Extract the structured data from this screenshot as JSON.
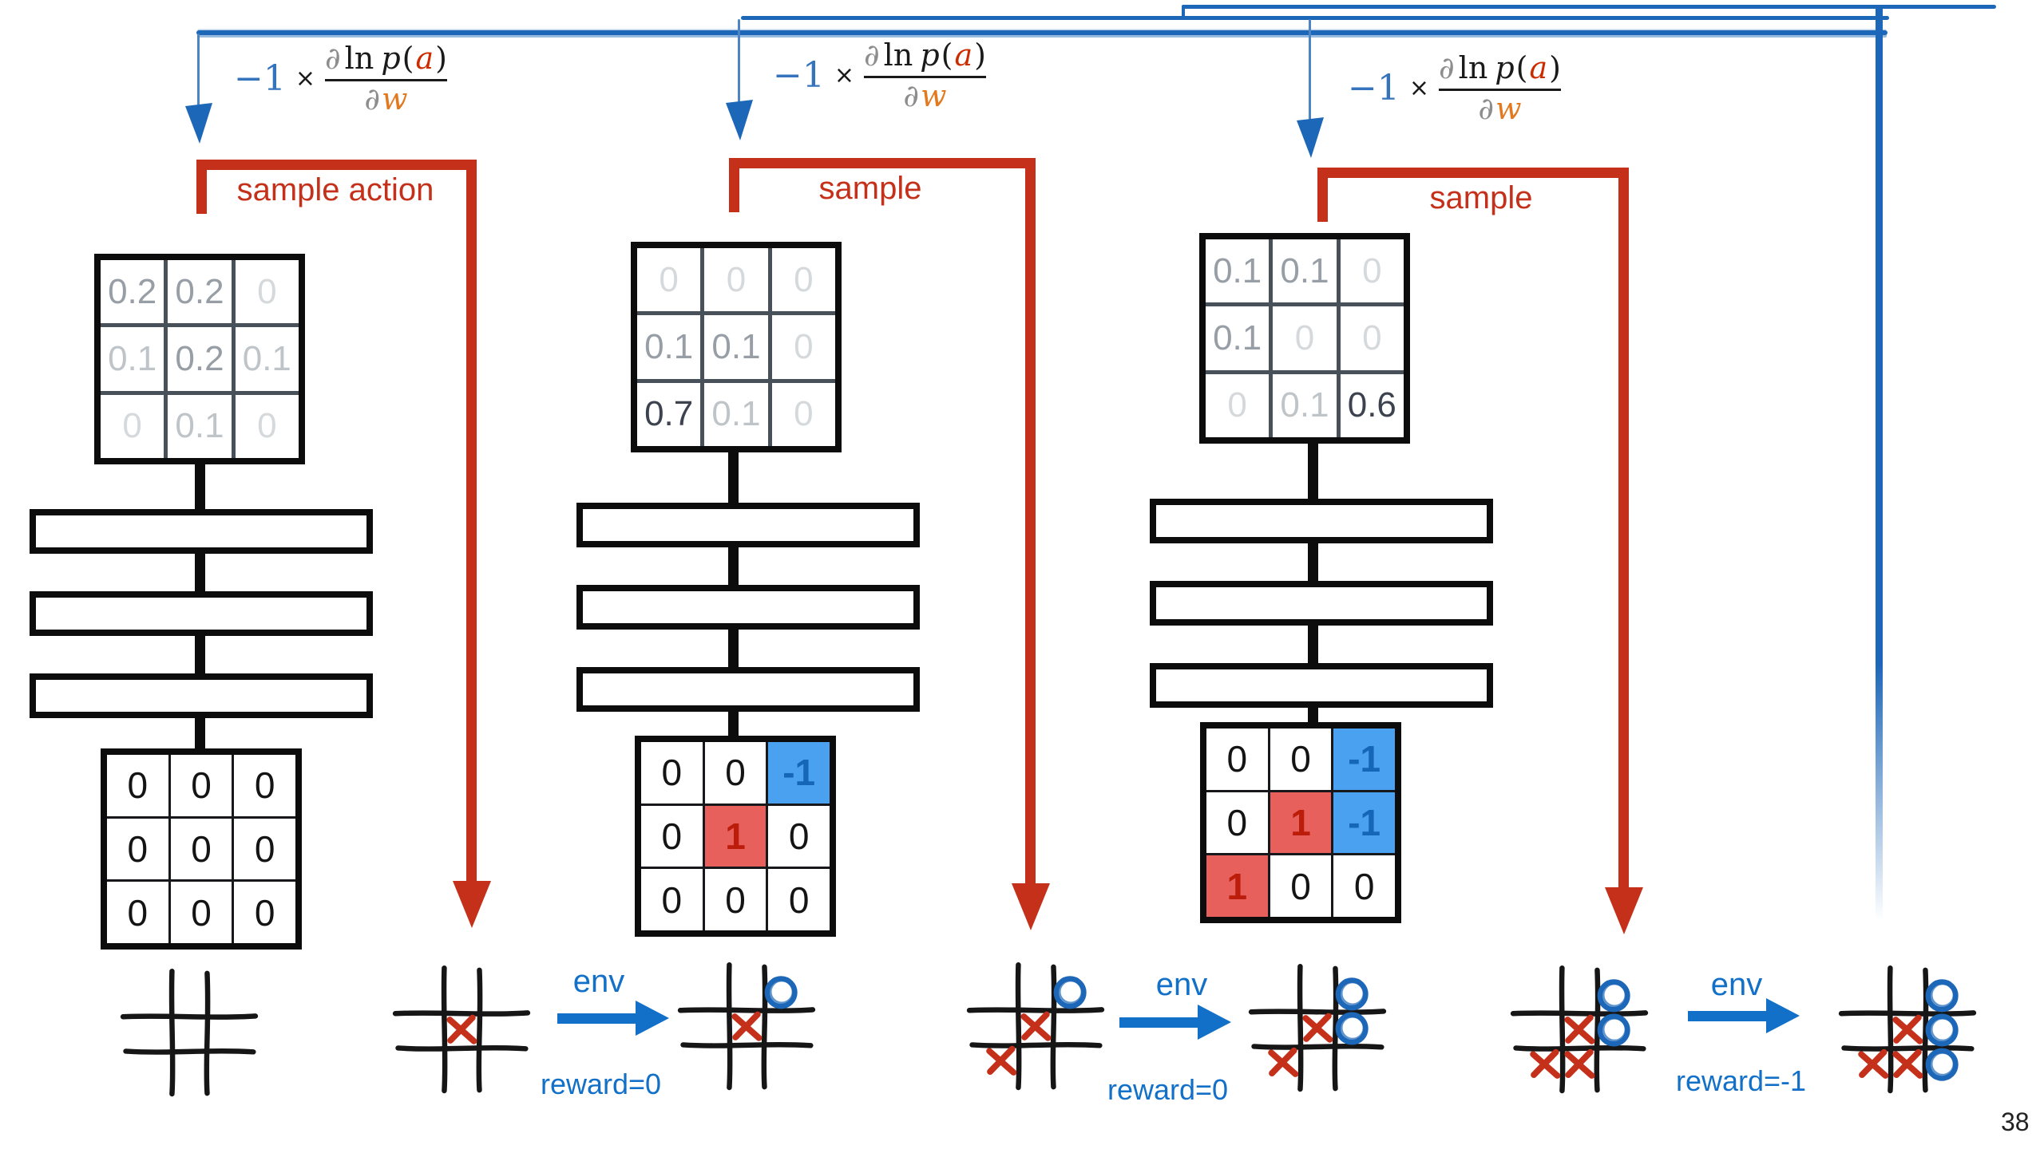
{
  "page_number": "38",
  "colors": {
    "red_accent": "#c5301a",
    "sketch_blue": "#1d67b8",
    "env_blue": "#1270c8",
    "cell_blue": "#4aa1ef",
    "cell_red": "#e8605c",
    "cell_blue_text": "#1565b8",
    "cell_red_text": "#bb1d0a",
    "formula_orange": "#e2791f",
    "formula_red": "#cc2b00",
    "formula_gray": "#8d8d8d"
  },
  "gradient_formula": {
    "coefficient": "−1",
    "times": "×",
    "numerator": {
      "partial": "∂",
      "ln": "ln",
      "p": "p",
      "open": "(",
      "action": "a",
      "close": ")"
    },
    "denominator": {
      "partial": "∂",
      "weights": "w"
    }
  },
  "columns": [
    {
      "sample_label": "sample action",
      "prob_grid": {
        "values": [
          [
            "0.2",
            "0.2",
            "0"
          ],
          [
            "0.1",
            "0.2",
            "0.1"
          ],
          [
            "0",
            "0.1",
            "0"
          ]
        ],
        "shades": [
          [
            "mid",
            "mid",
            "xlight"
          ],
          [
            "light",
            "mid",
            "light"
          ],
          [
            "xlight",
            "light",
            "xlight"
          ]
        ]
      },
      "value_grid": {
        "values": [
          [
            "0",
            "0",
            "0"
          ],
          [
            "0",
            "0",
            "0"
          ],
          [
            "0",
            "0",
            "0"
          ]
        ],
        "cells": [
          [
            "plain",
            "plain",
            "plain"
          ],
          [
            "plain",
            "plain",
            "plain"
          ],
          [
            "plain",
            "plain",
            "plain"
          ]
        ]
      }
    },
    {
      "sample_label": "sample",
      "prob_grid": {
        "values": [
          [
            "0",
            "0",
            "0"
          ],
          [
            "0.1",
            "0.1",
            "0"
          ],
          [
            "0.7",
            "0.1",
            "0"
          ]
        ],
        "shades": [
          [
            "xlight",
            "xlight",
            "xlight"
          ],
          [
            "mid",
            "mid",
            "xlight"
          ],
          [
            "dark",
            "light",
            "xlight"
          ]
        ]
      },
      "value_grid": {
        "values": [
          [
            "0",
            "0",
            "-1"
          ],
          [
            "0",
            "1",
            "0"
          ],
          [
            "0",
            "0",
            "0"
          ]
        ],
        "cells": [
          [
            "plain",
            "plain",
            "blue"
          ],
          [
            "plain",
            "red",
            "plain"
          ],
          [
            "plain",
            "plain",
            "plain"
          ]
        ]
      }
    },
    {
      "sample_label": "sample",
      "prob_grid": {
        "values": [
          [
            "0.1",
            "0.1",
            "0"
          ],
          [
            "0.1",
            "0",
            "0"
          ],
          [
            "0",
            "0.1",
            "0.6"
          ]
        ],
        "shades": [
          [
            "mid",
            "mid",
            "xlight"
          ],
          [
            "mid",
            "xlight",
            "xlight"
          ],
          [
            "xlight",
            "light",
            "dark"
          ]
        ]
      },
      "value_grid": {
        "values": [
          [
            "0",
            "0",
            "-1"
          ],
          [
            "0",
            "1",
            "-1"
          ],
          [
            "1",
            "0",
            "0"
          ]
        ],
        "cells": [
          [
            "plain",
            "plain",
            "blue"
          ],
          [
            "plain",
            "red",
            "blue"
          ],
          [
            "red",
            "plain",
            "plain"
          ]
        ]
      }
    }
  ],
  "env_transitions": [
    {
      "label": "env",
      "reward": "reward=0"
    },
    {
      "label": "env",
      "reward": "reward=0"
    },
    {
      "label": "env",
      "reward": "reward=-1"
    }
  ],
  "boards": [
    {
      "marks": []
    },
    {
      "marks": [
        [
          "X",
          1,
          1
        ]
      ]
    },
    {
      "marks": [
        [
          "X",
          1,
          1
        ],
        [
          "O",
          0,
          2
        ]
      ]
    },
    {
      "marks": [
        [
          "X",
          1,
          1
        ],
        [
          "O",
          0,
          2
        ],
        [
          "X",
          2,
          0
        ]
      ]
    },
    {
      "marks": [
        [
          "X",
          1,
          1
        ],
        [
          "O",
          0,
          2
        ],
        [
          "O",
          1,
          2
        ],
        [
          "X",
          2,
          0
        ]
      ]
    },
    {
      "marks": [
        [
          "X",
          1,
          1
        ],
        [
          "O",
          0,
          2
        ],
        [
          "O",
          1,
          2
        ],
        [
          "X",
          2,
          0
        ],
        [
          "X",
          2,
          1
        ]
      ]
    },
    {
      "marks": [
        [
          "X",
          1,
          1
        ],
        [
          "O",
          0,
          2
        ],
        [
          "O",
          1,
          2
        ],
        [
          "O",
          2,
          2
        ],
        [
          "X",
          2,
          0
        ],
        [
          "X",
          2,
          1
        ]
      ]
    }
  ]
}
